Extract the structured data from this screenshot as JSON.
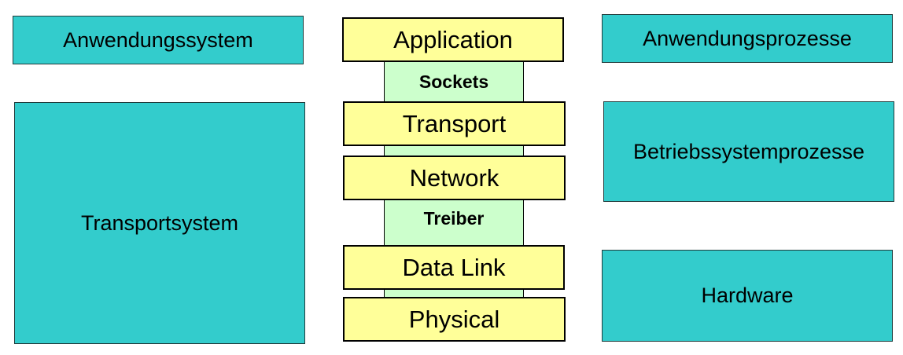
{
  "left_column": {
    "top": "Anwendungssystem",
    "bottom": "Transportsystem"
  },
  "stack": {
    "layers": [
      "Application",
      "Transport",
      "Network",
      "Data Link",
      "Physical"
    ],
    "interfaces": [
      "Sockets",
      "Treiber"
    ]
  },
  "right_column": {
    "top": "Anwendungsprozesse",
    "middle": "Betriebssystemprozesse",
    "bottom": "Hardware"
  },
  "colors": {
    "system_box": "#33cccc",
    "layer_box": "#ffff99",
    "interface_box": "#ccffcc"
  }
}
